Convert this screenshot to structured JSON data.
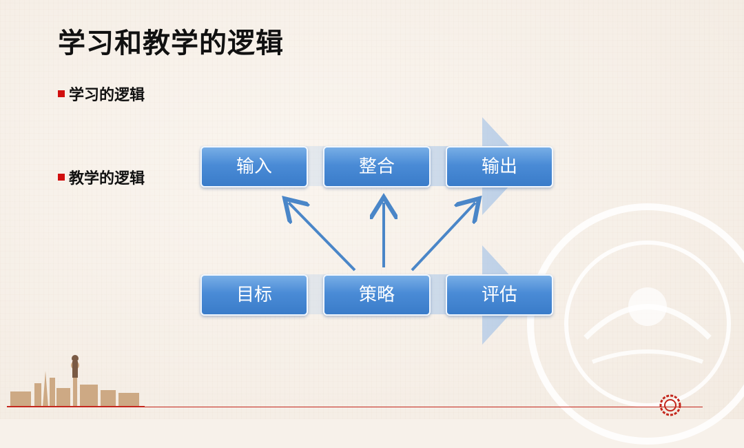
{
  "slide": {
    "title": "学习和教学的逻辑",
    "bullets": [
      {
        "label": "学习的逻辑"
      },
      {
        "label": "教学的逻辑"
      }
    ],
    "diagram": {
      "top_row": [
        "输入",
        "整合",
        "输出"
      ],
      "bottom_row": [
        "目标",
        "策略",
        "评估"
      ]
    }
  },
  "colors": {
    "box_blue": "#4a8bd6",
    "arrow_blue": "#4a86c8",
    "bullet_red": "#d10f0f",
    "accent_red": "#c4261c"
  }
}
